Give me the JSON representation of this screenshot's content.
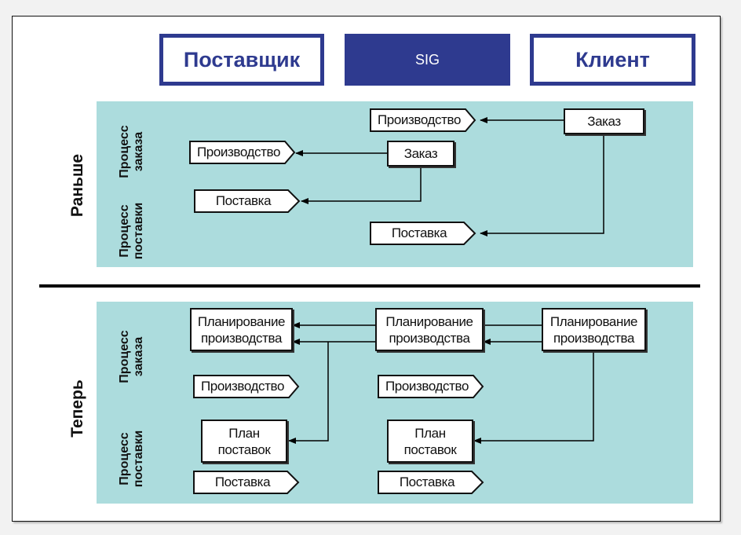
{
  "header": {
    "supplier": "Поставщик",
    "sig": "SIG",
    "client": "Клиент"
  },
  "before": {
    "section_label": "Раньше",
    "lane_order": "Процесс заказа",
    "lane_delivery": "Процесс поставки",
    "supplier_production": "Производство",
    "supplier_delivery": "Поставка",
    "sig_order": "Заказ",
    "sig_production": "Производство",
    "sig_delivery": "Поставка",
    "client_order": "Заказ"
  },
  "now": {
    "section_label": "Теперь",
    "lane_order": "Процесс заказа",
    "lane_delivery": "Процесс поставки",
    "supplier_planning": "Планирование производства",
    "supplier_production": "Производство",
    "supplier_plan": "План поставок",
    "supplier_delivery": "Поставка",
    "sig_planning": "Планирование производства",
    "sig_production": "Производство",
    "sig_plan": "План поставок",
    "sig_delivery": "Поставка",
    "client_planning": "Планирование производства"
  },
  "colors": {
    "brand_blue": "#2e3a8f",
    "panel_teal": "#acdcdd"
  }
}
